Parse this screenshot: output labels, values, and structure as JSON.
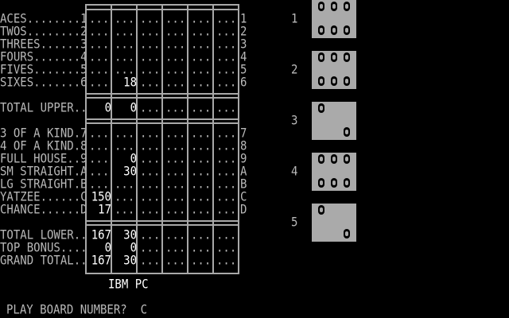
{
  "scorecard": {
    "rows": [
      {
        "label": "ACES........1",
        "key": "1",
        "cells": [
          "...",
          "...",
          "...",
          "...",
          "...",
          "..."
        ]
      },
      {
        "label": "TWOS........2",
        "key": "2",
        "cells": [
          "...",
          "...",
          "...",
          "...",
          "...",
          "..."
        ]
      },
      {
        "label": "THREES......3",
        "key": "3",
        "cells": [
          "...",
          "...",
          "...",
          "...",
          "...",
          "..."
        ]
      },
      {
        "label": "FOURS.......4",
        "key": "4",
        "cells": [
          "...",
          "...",
          "...",
          "...",
          "...",
          "..."
        ]
      },
      {
        "label": "FIVES.......5",
        "key": "5",
        "cells": [
          "...",
          "...",
          "...",
          "...",
          "...",
          "..."
        ]
      },
      {
        "label": "SIXES.......6",
        "key": "6",
        "cells": [
          "...",
          "18",
          "...",
          "...",
          "...",
          "..."
        ]
      },
      {
        "label": "TOTAL UPPER..",
        "key": "",
        "cells": [
          "0",
          "0",
          "...",
          "...",
          "...",
          "..."
        ]
      },
      {
        "label": "3 OF A KIND.7",
        "key": "7",
        "cells": [
          "...",
          "...",
          "...",
          "...",
          "...",
          "..."
        ]
      },
      {
        "label": "4 OF A KIND.8",
        "key": "8",
        "cells": [
          "...",
          "...",
          "...",
          "...",
          "...",
          "..."
        ]
      },
      {
        "label": "FULL HOUSE..9",
        "key": "9",
        "cells": [
          "...",
          "0",
          "...",
          "...",
          "...",
          "..."
        ]
      },
      {
        "label": "SM STRAIGHT.A",
        "key": "A",
        "cells": [
          "...",
          "30",
          "...",
          "...",
          "...",
          "..."
        ]
      },
      {
        "label": "LG STRAIGHT.B",
        "key": "B",
        "cells": [
          "...",
          "...",
          "...",
          "...",
          "...",
          "..."
        ]
      },
      {
        "label": "YATZEE......C",
        "key": "C",
        "cells": [
          "150",
          "...",
          "...",
          "...",
          "...",
          "..."
        ]
      },
      {
        "label": "CHANCE......D",
        "key": "D",
        "cells": [
          "17",
          "...",
          "...",
          "...",
          "...",
          "..."
        ]
      },
      {
        "label": "TOTAL LOWER..",
        "key": "",
        "cells": [
          "167",
          "30",
          "...",
          "...",
          "...",
          "..."
        ]
      },
      {
        "label": "TOP BONUS....",
        "key": "",
        "cells": [
          "0",
          "0",
          "...",
          "...",
          "...",
          "..."
        ]
      },
      {
        "label": "GRAND TOTAL..",
        "key": "",
        "cells": [
          "167",
          "30",
          "...",
          "...",
          "...",
          "..."
        ]
      }
    ]
  },
  "footer": {
    "system_label": "IBM PC",
    "prompt": "PLAY BOARD NUMBER?  C"
  },
  "dice": [
    {
      "label": "1",
      "face": 6
    },
    {
      "label": "2",
      "face": 6
    },
    {
      "label": "3",
      "face": 2
    },
    {
      "label": "4",
      "face": 6
    },
    {
      "label": "5",
      "face": 2
    }
  ],
  "colors": {
    "background": "#000000",
    "text": "#b8b8b8",
    "highlight_text": "#ffffff",
    "die_face": "#aaaaaa",
    "grid_lines": "#a8a8a8"
  }
}
